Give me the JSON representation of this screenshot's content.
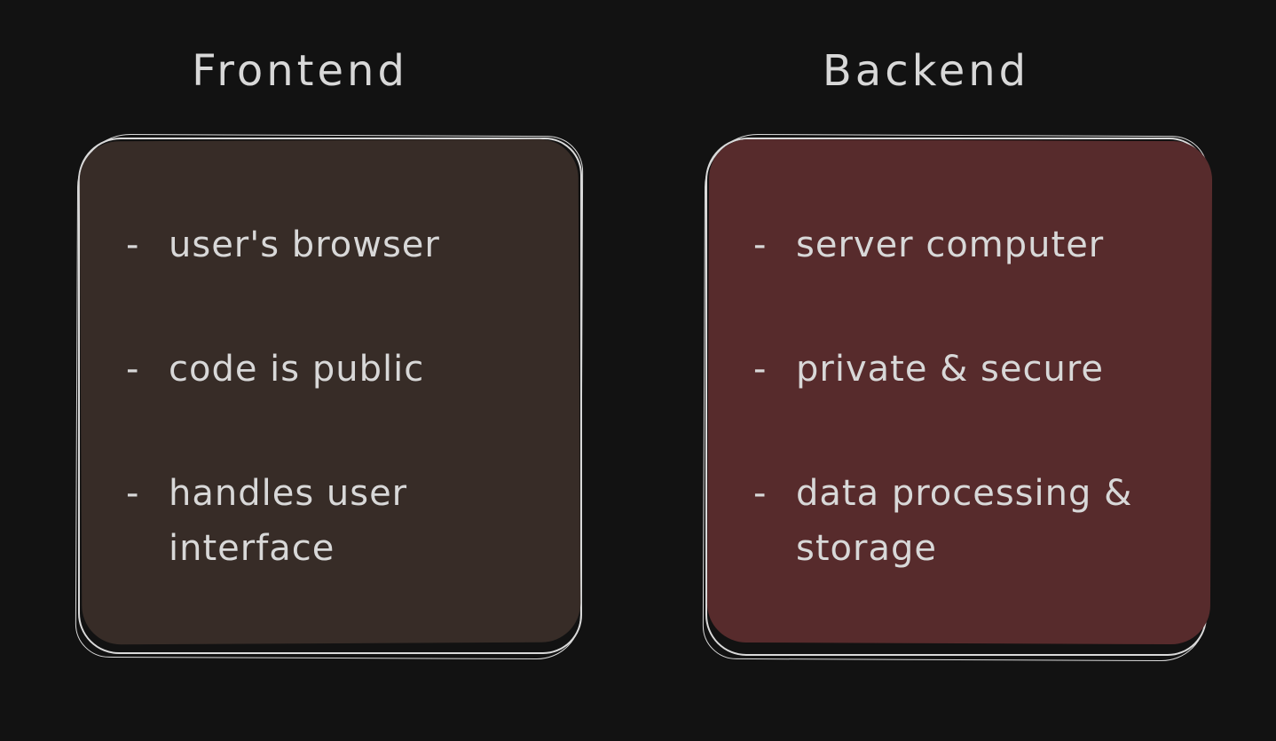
{
  "canvas": {
    "background_color": "#121212",
    "text_color": "#d8d8d8",
    "stroke_color": "#d9d9d9"
  },
  "bullet_glyph": "-",
  "columns": [
    {
      "id": "frontend",
      "title": "Frontend",
      "box_fill": "#372c27",
      "items": [
        "user's browser",
        "code is public",
        "handles user interface"
      ]
    },
    {
      "id": "backend",
      "title": "Backend",
      "box_fill": "#572b2c",
      "items": [
        "server computer",
        "private & secure",
        "data processing & storage"
      ]
    }
  ]
}
